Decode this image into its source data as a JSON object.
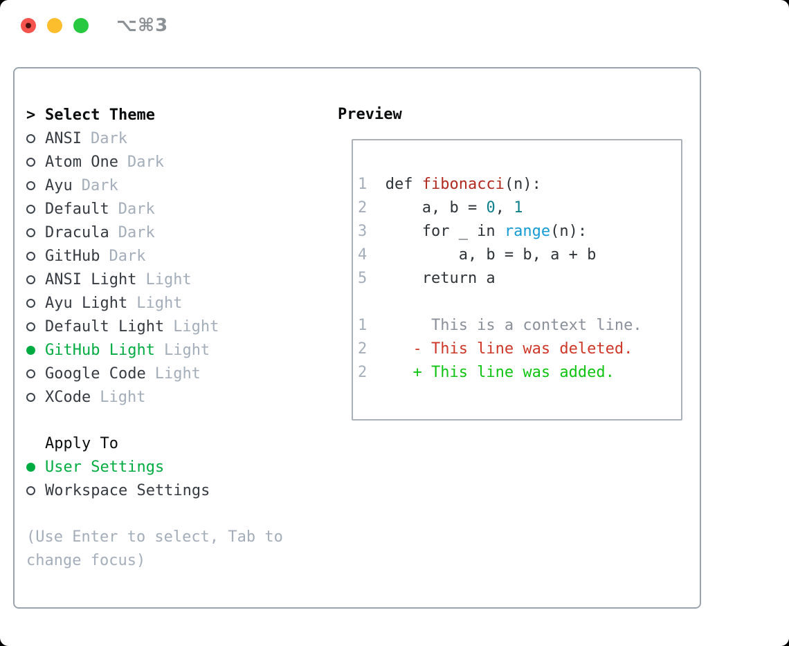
{
  "colors": {
    "traffic_red": "#f4544d",
    "traffic_red_dot": "#4a1210",
    "traffic_yellow": "#fcbe2c",
    "traffic_green": "#28c840",
    "accent_green": "#00ab41",
    "text_dark": "#363b42",
    "text_black": "#0b0c0d",
    "text_gray": "#a4adba",
    "panel_border": "#9ba4ae",
    "box_border": "#a9b0b7",
    "code_default": "#2e3338",
    "code_function": "#b12a20",
    "code_builtin": "#149bd4",
    "code_number": "#0e7f8b",
    "diff_context": "#8a9099",
    "diff_deleted": "#ce3728",
    "diff_added": "#0fc312"
  },
  "window": {
    "shortcut": "⌥⌘3",
    "buttons": [
      "close",
      "minimize",
      "zoom"
    ]
  },
  "theme_panel": {
    "title_prefix": ">",
    "title": "Select Theme",
    "themes": [
      {
        "name": "ANSI",
        "variant": "Dark",
        "selected": false
      },
      {
        "name": "Atom One",
        "variant": "Dark",
        "selected": false
      },
      {
        "name": "Ayu",
        "variant": "Dark",
        "selected": false
      },
      {
        "name": "Default",
        "variant": "Dark",
        "selected": false
      },
      {
        "name": "Dracula",
        "variant": "Dark",
        "selected": false
      },
      {
        "name": "GitHub",
        "variant": "Dark",
        "selected": false
      },
      {
        "name": "ANSI Light",
        "variant": "Light",
        "selected": false
      },
      {
        "name": "Ayu Light",
        "variant": "Light",
        "selected": false
      },
      {
        "name": "Default Light",
        "variant": "Light",
        "selected": false
      },
      {
        "name": "GitHub Light",
        "variant": "Light",
        "selected": true
      },
      {
        "name": "Google Code",
        "variant": "Light",
        "selected": false
      },
      {
        "name": "XCode",
        "variant": "Light",
        "selected": false
      }
    ],
    "apply_to": {
      "title": "Apply To",
      "options": [
        {
          "label": "User Settings",
          "selected": true
        },
        {
          "label": "Workspace Settings",
          "selected": false
        }
      ]
    },
    "help_text": "(Use Enter to select, Tab to change focus)"
  },
  "preview": {
    "title": "Preview",
    "code_lines": [
      {
        "num": "1",
        "tokens": [
          {
            "t": "def ",
            "c": "default"
          },
          {
            "t": "fibonacci",
            "c": "function"
          },
          {
            "t": "(n):",
            "c": "default"
          }
        ]
      },
      {
        "num": "2",
        "tokens": [
          {
            "t": "    a, b = ",
            "c": "default"
          },
          {
            "t": "0",
            "c": "number"
          },
          {
            "t": ", ",
            "c": "default"
          },
          {
            "t": "1",
            "c": "number"
          }
        ]
      },
      {
        "num": "3",
        "tokens": [
          {
            "t": "    for _ in ",
            "c": "default"
          },
          {
            "t": "range",
            "c": "builtin"
          },
          {
            "t": "(n):",
            "c": "default"
          }
        ]
      },
      {
        "num": "4",
        "tokens": [
          {
            "t": "        a, b = b, a + b",
            "c": "default"
          }
        ]
      },
      {
        "num": "5",
        "tokens": [
          {
            "t": "    return a",
            "c": "default"
          }
        ]
      }
    ],
    "diff_lines": [
      {
        "num": "1",
        "marker": "",
        "text": "This is a context line.",
        "kind": "context"
      },
      {
        "num": "2",
        "marker": "-",
        "text": "This line was deleted.",
        "kind": "deleted"
      },
      {
        "num": "2",
        "marker": "+",
        "text": "This line was added.",
        "kind": "added"
      }
    ]
  }
}
